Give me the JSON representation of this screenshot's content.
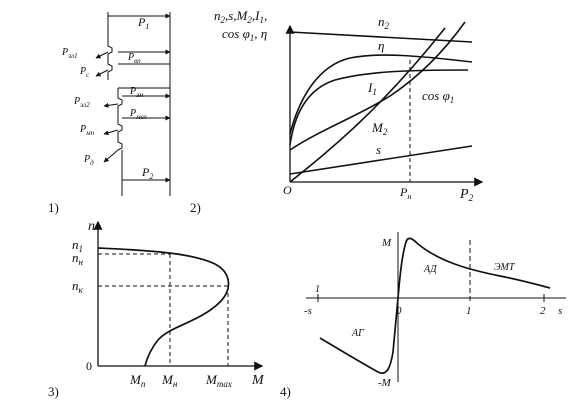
{
  "panel1": {
    "number": "1)",
    "p1": "P",
    "p1_sub": "1",
    "pel1": "P",
    "pel1_sub": "эл1",
    "pc": "P",
    "pc_sub": "с",
    "pvp": "P",
    "pvp_sub": "вп",
    "pel2": "P",
    "pel2_sub": "эл2",
    "pem": "P",
    "pem_sub": "эм",
    "pmeh": "P",
    "pmeh_sub": "мех",
    "pmp": "P",
    "pmp_sub": "мп",
    "pd": "P",
    "pd_sub": "д",
    "p2": "P",
    "p2_sub": "2"
  },
  "panel2": {
    "number": "2)",
    "ylabel_line1": "n",
    "ylabel_line1_parts": [
      "n",
      "2",
      ",s,M",
      "2",
      ",I",
      "1",
      ","
    ],
    "ylabel_line2_parts": [
      "cos φ",
      "1",
      ", η"
    ],
    "origin": "O",
    "xlabel": "P",
    "xlabel_sub": "2",
    "rated": "P",
    "rated_sub": "н",
    "curve_n2": "n",
    "curve_n2_sub": "2",
    "curve_eta": "η",
    "curve_i1": "I",
    "curve_i1_sub": "1",
    "curve_cos": "cos φ",
    "curve_cos_sub": "1",
    "curve_m2": "M",
    "curve_m2_sub": "2",
    "curve_s": "s"
  },
  "panel3": {
    "number": "3)",
    "ylabel": "n",
    "n1": "n",
    "n1_sub": "1",
    "nn": "n",
    "nn_sub": "н",
    "nk": "n",
    "nk_sub": "к",
    "zero": "0",
    "mp": "M",
    "mp_sub": "п",
    "mn": "M",
    "mn_sub": "н",
    "mmax": "M",
    "mmax_sub": "max",
    "xlabel": "M"
  },
  "panel4": {
    "number": "4)",
    "ylabel_top": "M",
    "ylabel_bottom": "-M",
    "neg_s": "-s",
    "tick_left1": "1",
    "zero": "0",
    "tick_1": "1",
    "tick_2": "2",
    "xlabel": "s",
    "region_ad": "АД",
    "region_emt": "ЭМТ",
    "region_ag": "АГ"
  }
}
